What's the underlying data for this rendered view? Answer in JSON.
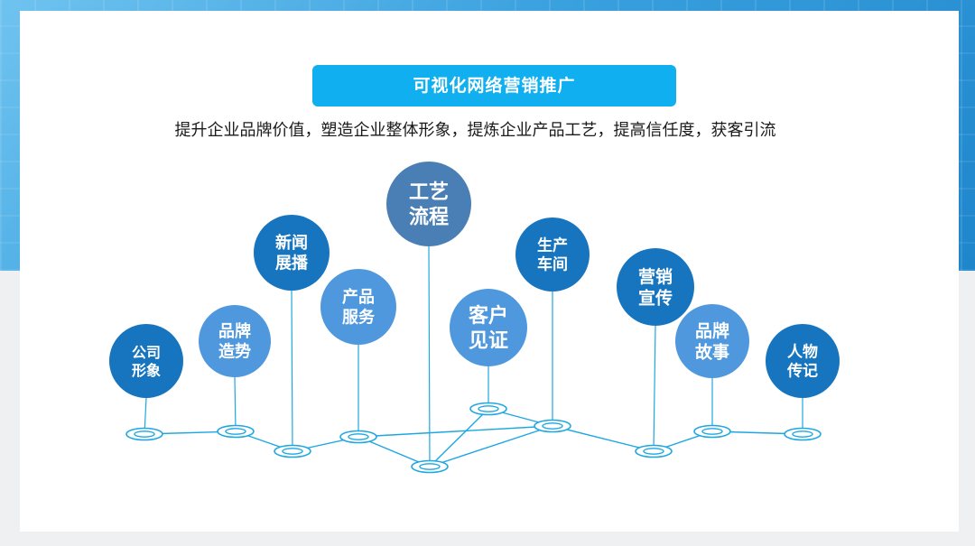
{
  "title": "可视化网络营销推广",
  "subtitle": "提升企业品牌价值，塑造企业整体形象，提炼企业产品工艺，提高信任度，获客引流",
  "colors": {
    "banner": "#10b0f0",
    "bubble_dark": "#1675be",
    "bubble_mid": "#3d86cc",
    "bubble_light": "#4f98dd",
    "bubble_steel": "#4a7fb5",
    "line": "#1da7e2"
  },
  "nodes": [
    {
      "id": "company-image",
      "lines": [
        "公司",
        "形象"
      ],
      "tone": "dark"
    },
    {
      "id": "brand-building",
      "lines": [
        "品牌",
        "造势"
      ],
      "tone": "light"
    },
    {
      "id": "news-display",
      "lines": [
        "新闻",
        "展播"
      ],
      "tone": "dark"
    },
    {
      "id": "product-service",
      "lines": [
        "产品",
        "服务"
      ],
      "tone": "light"
    },
    {
      "id": "process-flow",
      "lines": [
        "工艺",
        "流程"
      ],
      "tone": "steel"
    },
    {
      "id": "customer-witness",
      "lines": [
        "客户",
        "见证"
      ],
      "tone": "light"
    },
    {
      "id": "production-workshop",
      "lines": [
        "生产",
        "车间"
      ],
      "tone": "dark"
    },
    {
      "id": "marketing-promotion",
      "lines": [
        "营销",
        "宣传"
      ],
      "tone": "dark"
    },
    {
      "id": "brand-story",
      "lines": [
        "品牌",
        "故事"
      ],
      "tone": "light"
    },
    {
      "id": "people-biography",
      "lines": [
        "人物",
        "传记"
      ],
      "tone": "dark"
    }
  ]
}
